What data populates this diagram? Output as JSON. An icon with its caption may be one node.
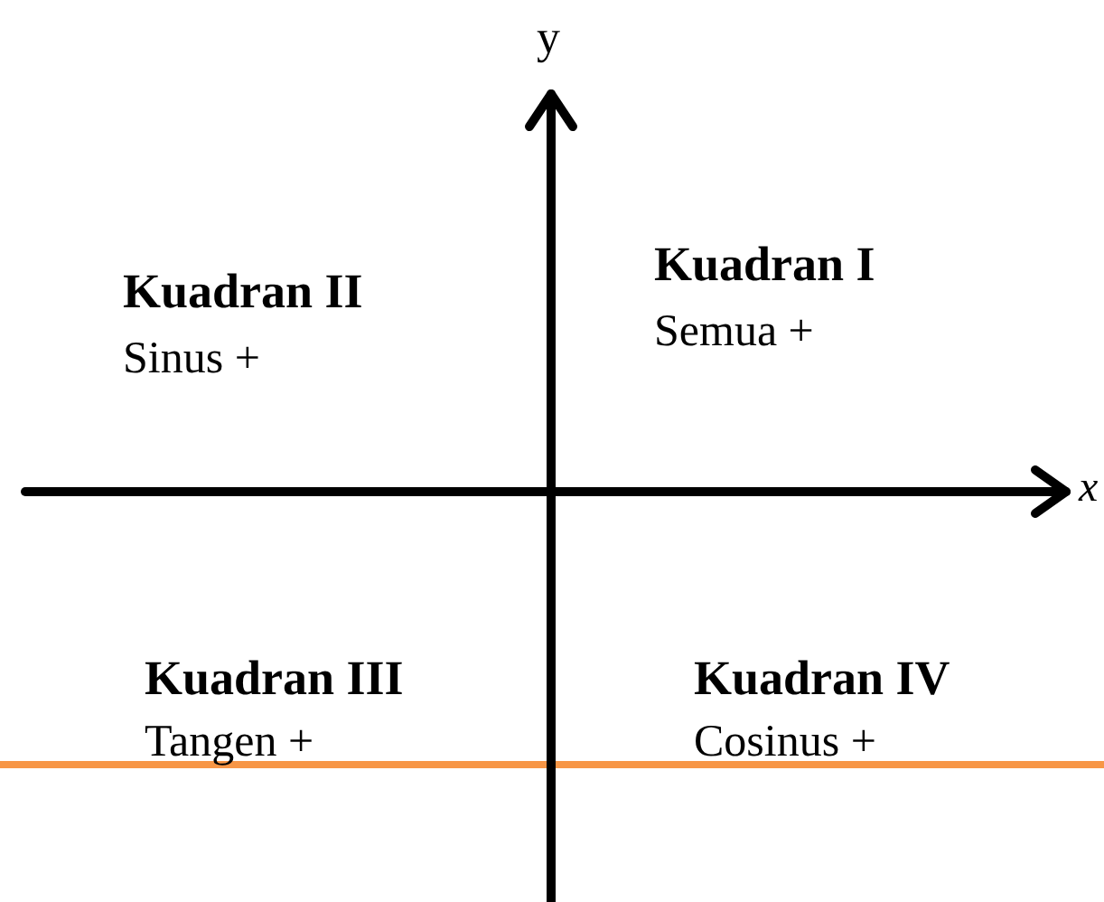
{
  "diagram": {
    "labels": [
      "y",
      "Kuadran I",
      "Semua +",
      "Kuadran II",
      "Sinus +",
      "x",
      "Kuadran III",
      "Tangen +",
      "Kuadran IV",
      "Cosinus +"
    ]
  }
}
